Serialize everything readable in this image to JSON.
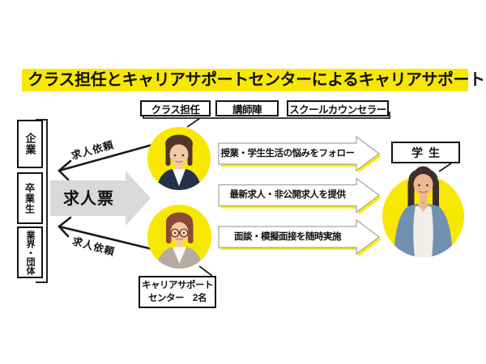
{
  "title": "クラス担任とキャリアサポートセンターによるキャリアサポート",
  "colors": {
    "accent_yellow": "#f8e700",
    "banner_shadow_yellow": "#ffec00",
    "arrow_gray": "#d9d9d9"
  },
  "top_roles": [
    {
      "label": "クラス担任"
    },
    {
      "label": "講師陣"
    },
    {
      "label": "スクールカウンセラー"
    }
  ],
  "left_sources": [
    {
      "label": "企業"
    },
    {
      "label": "卒業生"
    },
    {
      "label": "業界・団体"
    }
  ],
  "flows": {
    "job_request_top": "求人依頼",
    "job_request_bottom": "求人依頼",
    "job_ticket": "求人票"
  },
  "supports": [
    {
      "label": "授業・学生生活の悩みをフォロー"
    },
    {
      "label": "最新求人・非公開求人を提供"
    },
    {
      "label": "面談・模擬面接を随時実施"
    }
  ],
  "student": {
    "label": "学生"
  },
  "career_center": {
    "line1": "キャリアサポート",
    "line2": "センター　2名"
  }
}
